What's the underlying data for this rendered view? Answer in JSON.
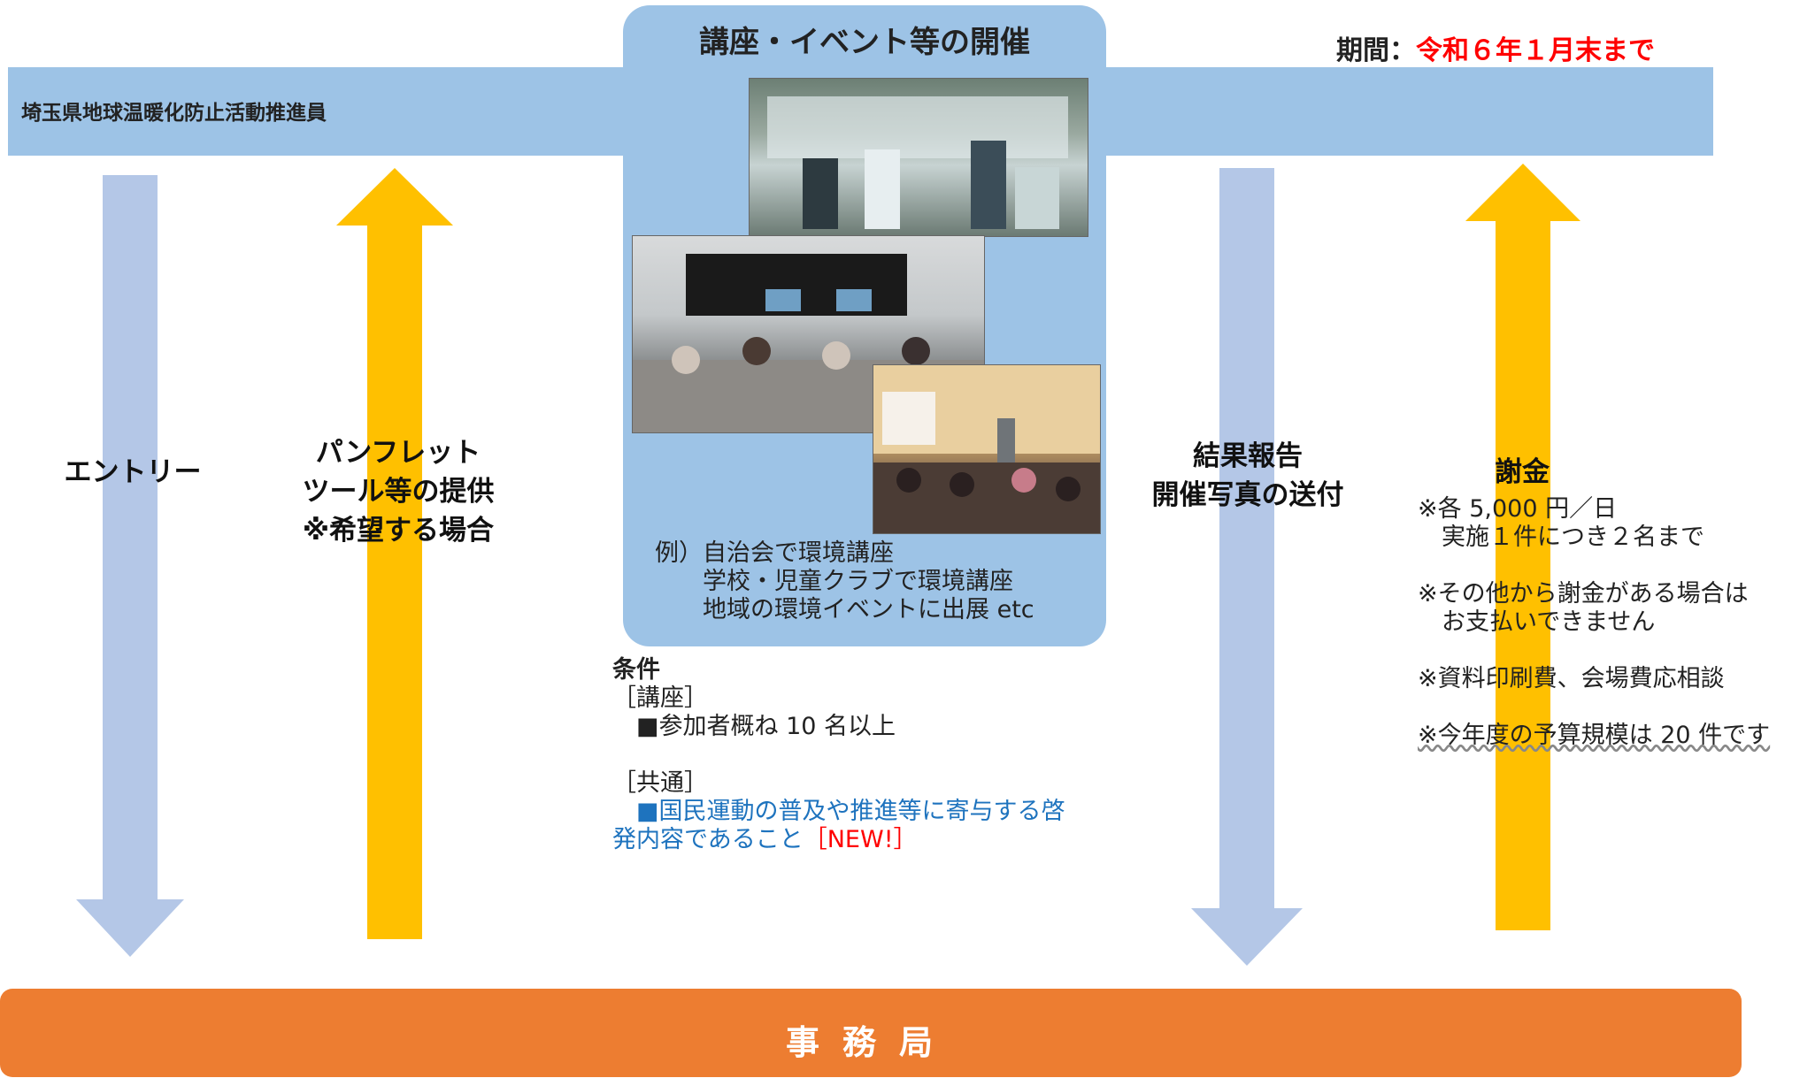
{
  "event": {
    "title": "講座・イベント等の開催",
    "examples": "例）自治会で環境講座\n　　学校・児童クラブで環境講座\n　　地域の環境イベントに出展 etc"
  },
  "promoter": {
    "label": "埼玉県地球温暖化防止活動推進員"
  },
  "period": {
    "label": "期間：",
    "value": "令和６年１月末まで"
  },
  "flows": {
    "entry": "エントリー",
    "pamphlet": "パンフレット\nツール等の提供\n※希望する場合",
    "report": "結果報告\n開催写真の送付",
    "fee_title": "謝金"
  },
  "fee_notes": {
    "line1": "※各 5,000 円／日\n　実施１件につき２名まで\n\n※その他から謝金がある場合は\n　お支払いできません\n\n※資料印刷費、会場費応相談\n\n",
    "line2": "※今年度の予算規模は 20 件です"
  },
  "conditions": {
    "title": "条件",
    "lecture_head": "［講座］",
    "lecture_item": "　■参加者概ね 10 名以上",
    "common_head": "［共通］",
    "common_item_blue": "　■国民運動の普及や推進等に寄与する啓\n発内容であること",
    "common_item_red": "［NEW!］"
  },
  "office": {
    "label": "事務局"
  },
  "colors": {
    "band": "#9DC3E6",
    "down_arrow": "#B4C7E7",
    "up_arrow": "#FFC000",
    "office": "#ED7D31",
    "accent_red": "#FF0000",
    "link_blue": "#1E73BE"
  }
}
